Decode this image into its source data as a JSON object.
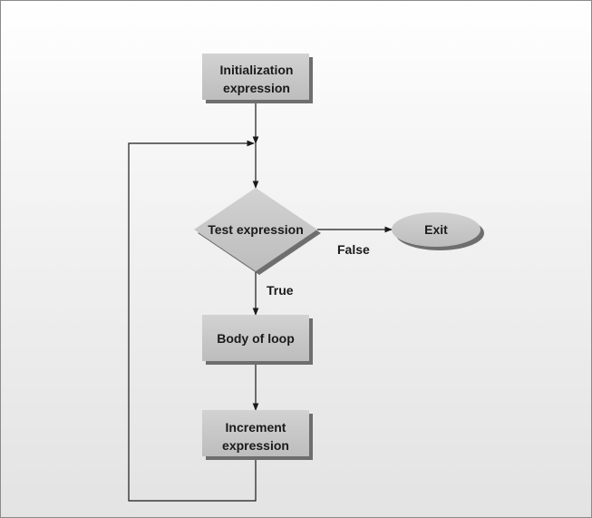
{
  "nodes": {
    "initialization": {
      "line1": "Initialization",
      "line2": "expression"
    },
    "test": {
      "label": "Test expression"
    },
    "exit": {
      "label": "Exit"
    },
    "body": {
      "label": "Body of loop"
    },
    "increment": {
      "line1": "Increment",
      "line2": "expression"
    }
  },
  "edges": {
    "false_label": "False",
    "true_label": "True"
  },
  "colors": {
    "box_fill": "#c4c4c4",
    "box_shadow": "#6e6e6e",
    "line": "#1a1a1a"
  }
}
